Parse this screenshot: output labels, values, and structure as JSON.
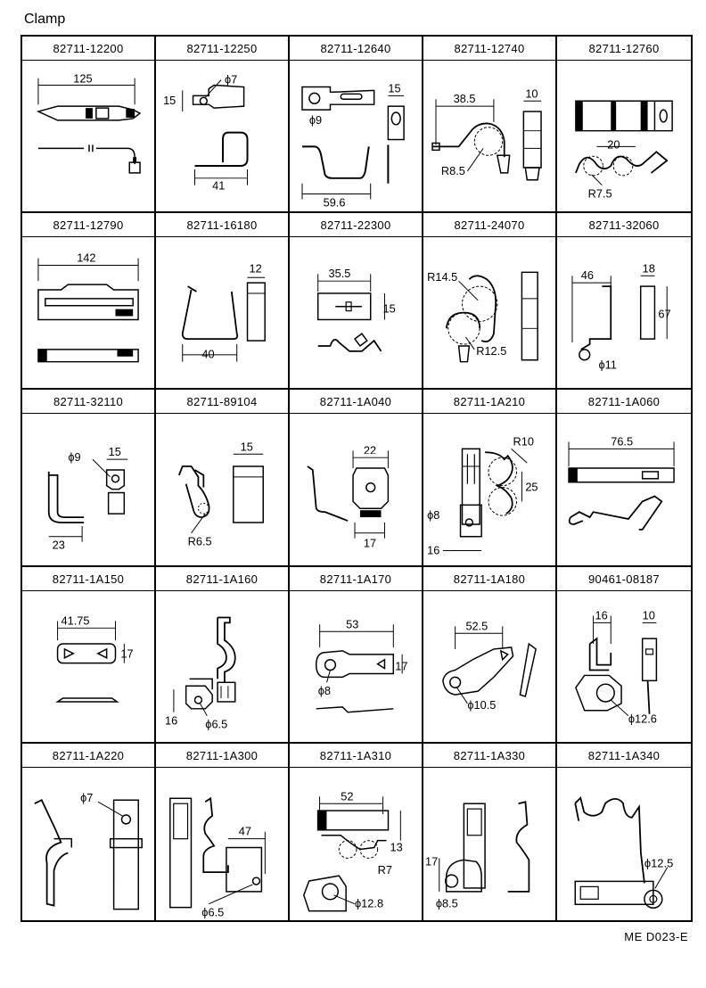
{
  "title": "Clamp",
  "footer_code": "ME  D023-E",
  "cells": [
    {
      "part": "82711-12200",
      "dims": [
        "125"
      ]
    },
    {
      "part": "82711-12250",
      "dims": [
        "ϕ7",
        "15",
        "41"
      ]
    },
    {
      "part": "82711-12640",
      "dims": [
        "15",
        "ϕ9",
        "59.6"
      ]
    },
    {
      "part": "82711-12740",
      "dims": [
        "38.5",
        "10",
        "R8.5"
      ]
    },
    {
      "part": "82711-12760",
      "dims": [
        "20",
        "R7.5"
      ]
    },
    {
      "part": "82711-12790",
      "dims": [
        "142"
      ]
    },
    {
      "part": "82711-16180",
      "dims": [
        "12",
        "40"
      ]
    },
    {
      "part": "82711-22300",
      "dims": [
        "35.5",
        "15"
      ]
    },
    {
      "part": "82711-24070",
      "dims": [
        "R14.5",
        "R12.5"
      ]
    },
    {
      "part": "82711-32060",
      "dims": [
        "46",
        "18",
        "67",
        "ϕ11"
      ]
    },
    {
      "part": "82711-32110",
      "dims": [
        "ϕ9",
        "15",
        "23"
      ]
    },
    {
      "part": "82711-89104",
      "dims": [
        "15",
        "R6.5"
      ]
    },
    {
      "part": "82711-1A040",
      "dims": [
        "22",
        "17"
      ]
    },
    {
      "part": "82711-1A210",
      "dims": [
        "R10",
        "25",
        "ϕ8",
        "16"
      ]
    },
    {
      "part": "82711-1A060",
      "dims": [
        "76.5"
      ]
    },
    {
      "part": "82711-1A150",
      "dims": [
        "41.75",
        "17"
      ]
    },
    {
      "part": "82711-1A160",
      "dims": [
        "16",
        "ϕ6.5"
      ]
    },
    {
      "part": "82711-1A170",
      "dims": [
        "53",
        "17",
        "ϕ8"
      ]
    },
    {
      "part": "82711-1A180",
      "dims": [
        "52.5",
        "ϕ10.5"
      ]
    },
    {
      "part": "90461-08187",
      "dims": [
        "16",
        "10",
        "ϕ12.6"
      ]
    },
    {
      "part": "82711-1A220",
      "dims": [
        "ϕ7"
      ]
    },
    {
      "part": "82711-1A300",
      "dims": [
        "47",
        "ϕ6.5"
      ]
    },
    {
      "part": "82711-1A310",
      "dims": [
        "52",
        "13",
        "R7",
        "ϕ12.8"
      ]
    },
    {
      "part": "82711-1A330",
      "dims": [
        "17",
        "ϕ8.5"
      ]
    },
    {
      "part": "82711-1A340",
      "dims": [
        "ϕ12.5"
      ]
    }
  ]
}
